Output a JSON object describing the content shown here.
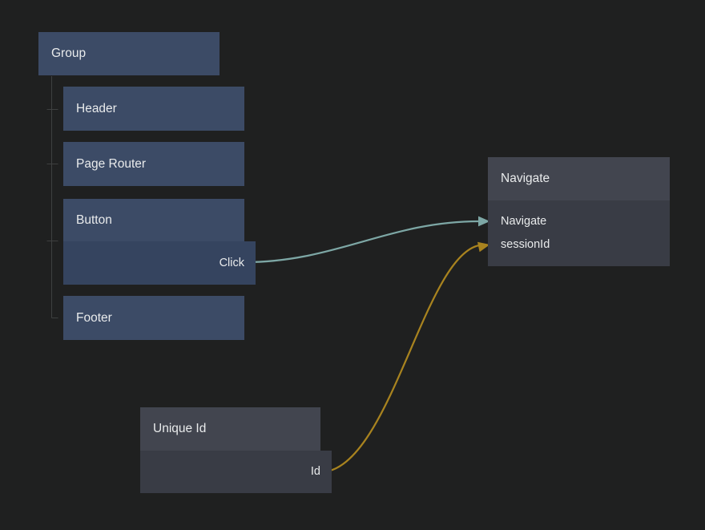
{
  "editor": {
    "background_color": "#1f2020",
    "tree_line_color": "#3e4040"
  },
  "nodes": {
    "group": {
      "title": "Group"
    },
    "header": {
      "title": "Header"
    },
    "page_router": {
      "title": "Page Router"
    },
    "button": {
      "title": "Button",
      "outputs": [
        {
          "label": "Click",
          "port_color": "#5d9494"
        }
      ]
    },
    "footer": {
      "title": "Footer"
    },
    "navigate": {
      "title": "Navigate",
      "inputs": [
        {
          "label": "Navigate"
        },
        {
          "label": "sessionId"
        }
      ]
    },
    "unique_id": {
      "title": "Unique Id",
      "outputs": [
        {
          "label": "Id",
          "port_color": "#8f6e1c"
        }
      ]
    }
  },
  "connections": [
    {
      "from": "Button.Click",
      "to": "Navigate.Navigate",
      "color": "#7da7a5"
    },
    {
      "from": "Unique Id.Id",
      "to": "Navigate.sessionId",
      "color": "#a8831f"
    }
  ]
}
